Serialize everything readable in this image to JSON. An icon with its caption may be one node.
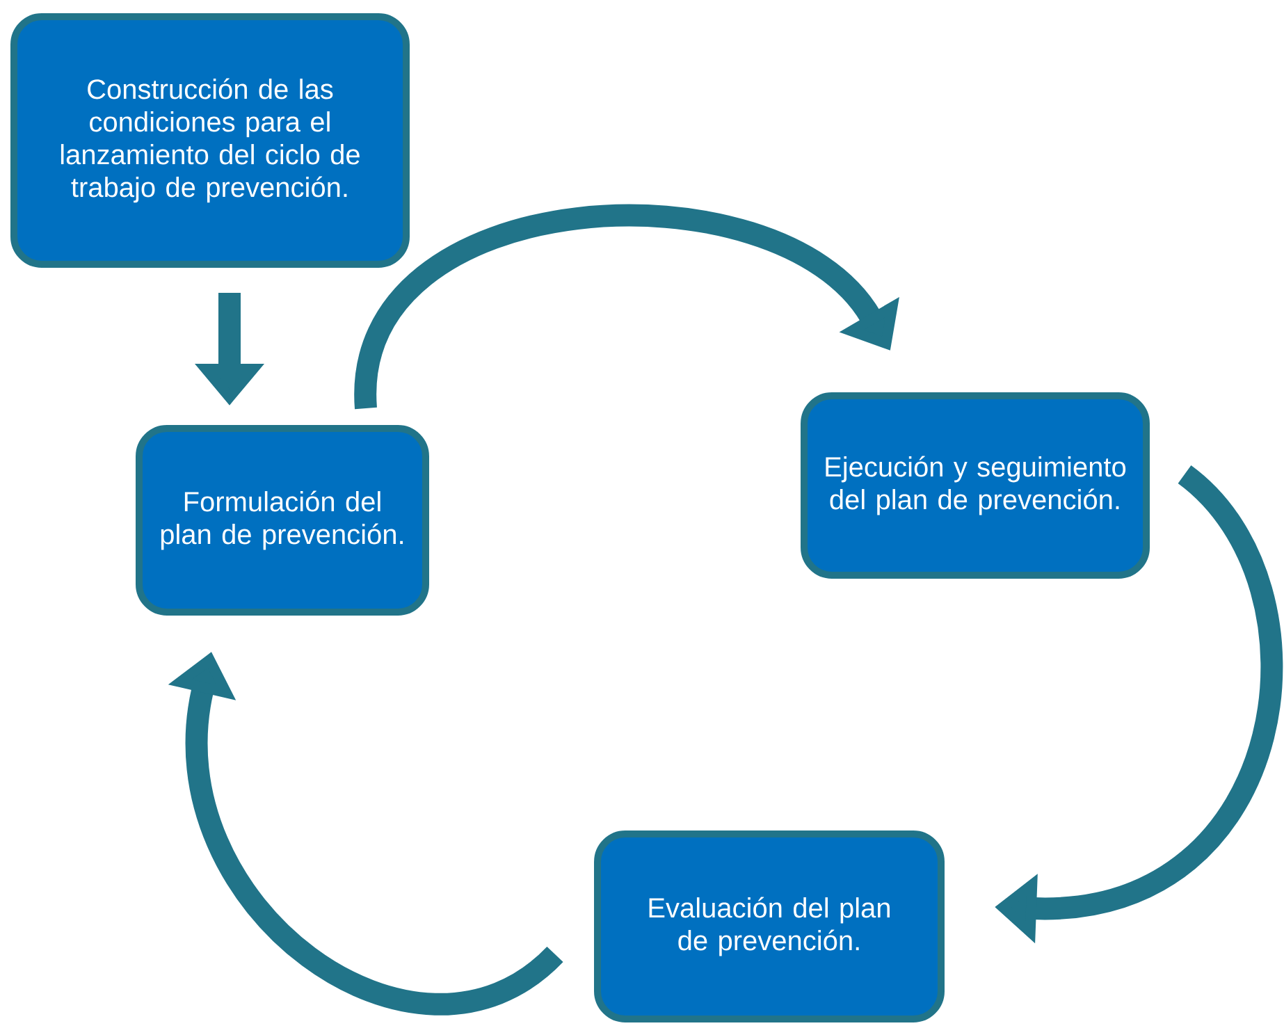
{
  "diagram": {
    "nodes": [
      {
        "text": [
          "Construcción de las condiciones para el lanzamiento del ciclo de trabajo de prevención."
        ]
      },
      {
        "text": [
          "Formulación del plan de prevención."
        ]
      },
      {
        "text": [
          "Ejecución y seguimiento del plan de prevención."
        ]
      },
      {
        "text": [
          "Evaluación del plan de prevención."
        ]
      }
    ],
    "edges": [
      {
        "from": 0,
        "to": 1,
        "arrow": "to"
      },
      {
        "from": 1,
        "to": 2,
        "arrow": "to"
      },
      {
        "from": 2,
        "to": 3,
        "arrow": "to"
      },
      {
        "from": 3,
        "to": 1,
        "arrow": "to"
      }
    ]
  }
}
